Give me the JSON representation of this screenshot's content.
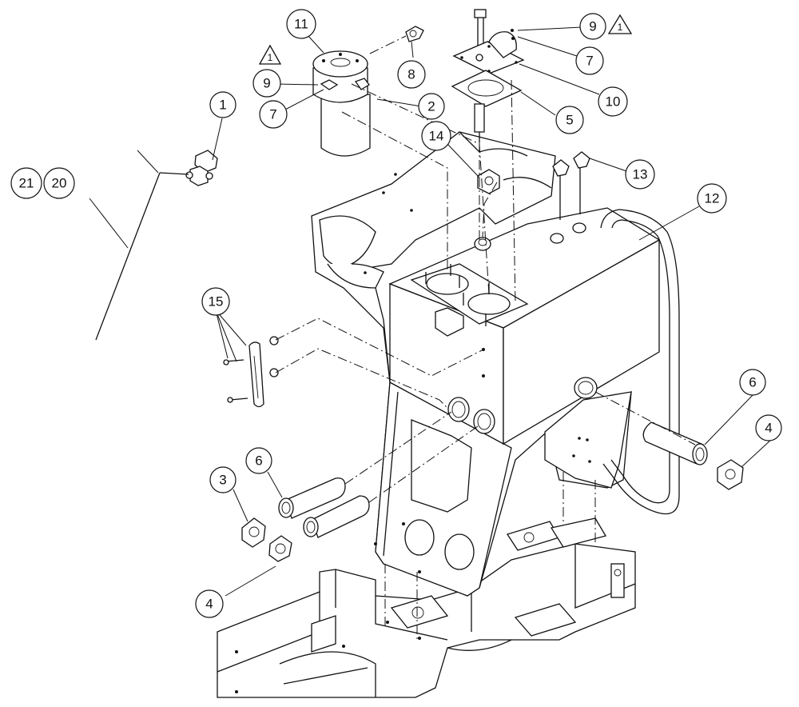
{
  "callouts": [
    {
      "id": "c1",
      "label": "1"
    },
    {
      "id": "c2",
      "label": "2"
    },
    {
      "id": "c3",
      "label": "3"
    },
    {
      "id": "c4a",
      "label": "4"
    },
    {
      "id": "c4b",
      "label": "4"
    },
    {
      "id": "c5",
      "label": "5"
    },
    {
      "id": "c6a",
      "label": "6"
    },
    {
      "id": "c6b",
      "label": "6"
    },
    {
      "id": "c7a",
      "label": "7"
    },
    {
      "id": "c7b",
      "label": "7"
    },
    {
      "id": "c8",
      "label": "8"
    },
    {
      "id": "c9a",
      "label": "9"
    },
    {
      "id": "c9b",
      "label": "9"
    },
    {
      "id": "c10",
      "label": "10"
    },
    {
      "id": "c11",
      "label": "11"
    },
    {
      "id": "c12",
      "label": "12"
    },
    {
      "id": "c13",
      "label": "13"
    },
    {
      "id": "c14",
      "label": "14"
    },
    {
      "id": "c15",
      "label": "15"
    },
    {
      "id": "c20",
      "label": "20"
    },
    {
      "id": "c21",
      "label": "21"
    }
  ],
  "revision_marks": [
    {
      "id": "t1",
      "label": "1"
    },
    {
      "id": "t2",
      "label": "1"
    }
  ]
}
